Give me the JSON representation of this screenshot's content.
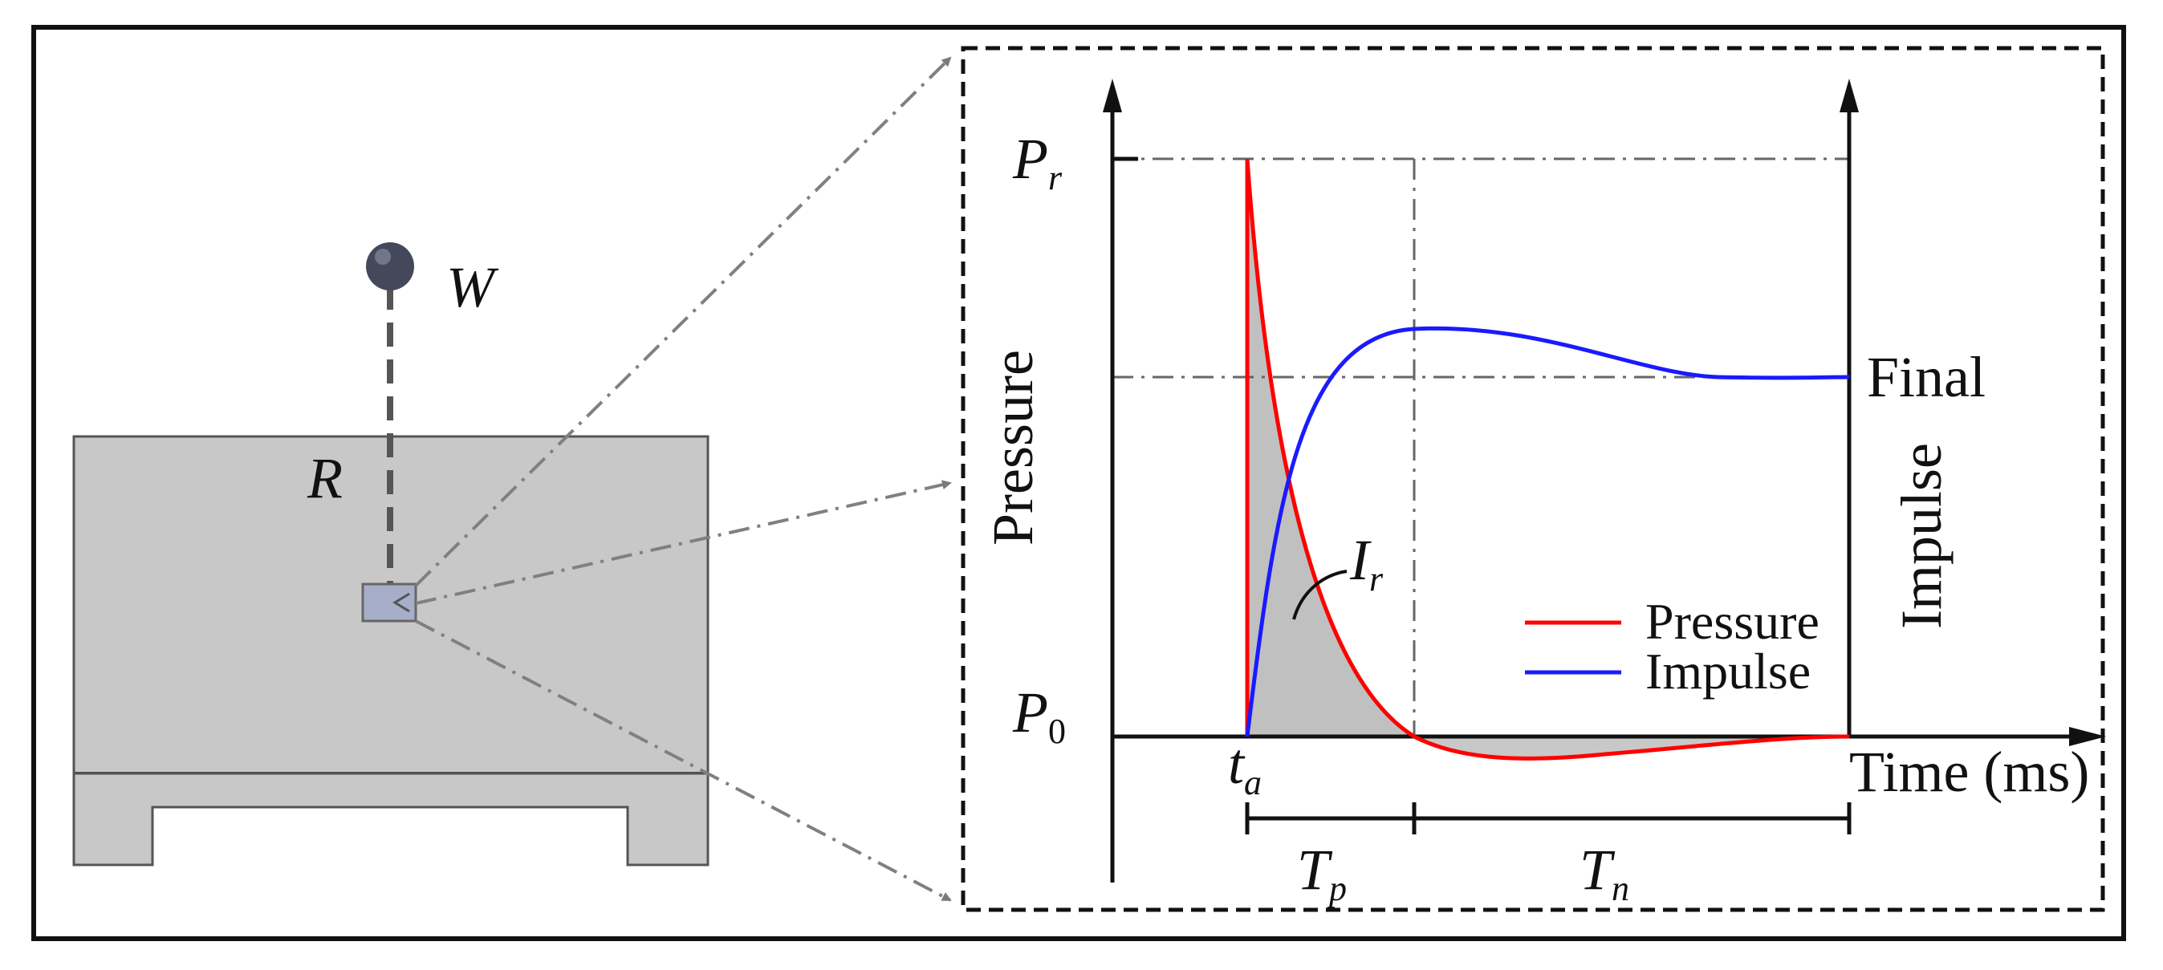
{
  "scene": {
    "charge_label": "W",
    "standoff_label": "R"
  },
  "graph": {
    "y_left_label": "Pressure",
    "y_right_label": "Impulse",
    "x_label": "Time (ms)",
    "peak_label_base": "P",
    "peak_label_sub": "r",
    "ambient_label_base": "P",
    "ambient_label_sub": "0",
    "arrival_label_base": "t",
    "arrival_label_sub": "a",
    "impulse_label_base": "I",
    "impulse_label_sub": "r",
    "positive_phase_base": "T",
    "positive_phase_sub": "p",
    "negative_phase_base": "T",
    "negative_phase_sub": "n",
    "final_label": "Final",
    "legend": [
      {
        "label": "Pressure",
        "color": "#ff0000"
      },
      {
        "label": "Impulse",
        "color": "#1a1aff"
      }
    ]
  },
  "colors": {
    "body_fill": "#c8c8c8",
    "gauge_fill": "#a7aec8",
    "shaded_area": "#c0c0c0",
    "pressure_curve": "#ff0000",
    "impulse_curve": "#1a1aff",
    "leader_lines": "#808080"
  }
}
